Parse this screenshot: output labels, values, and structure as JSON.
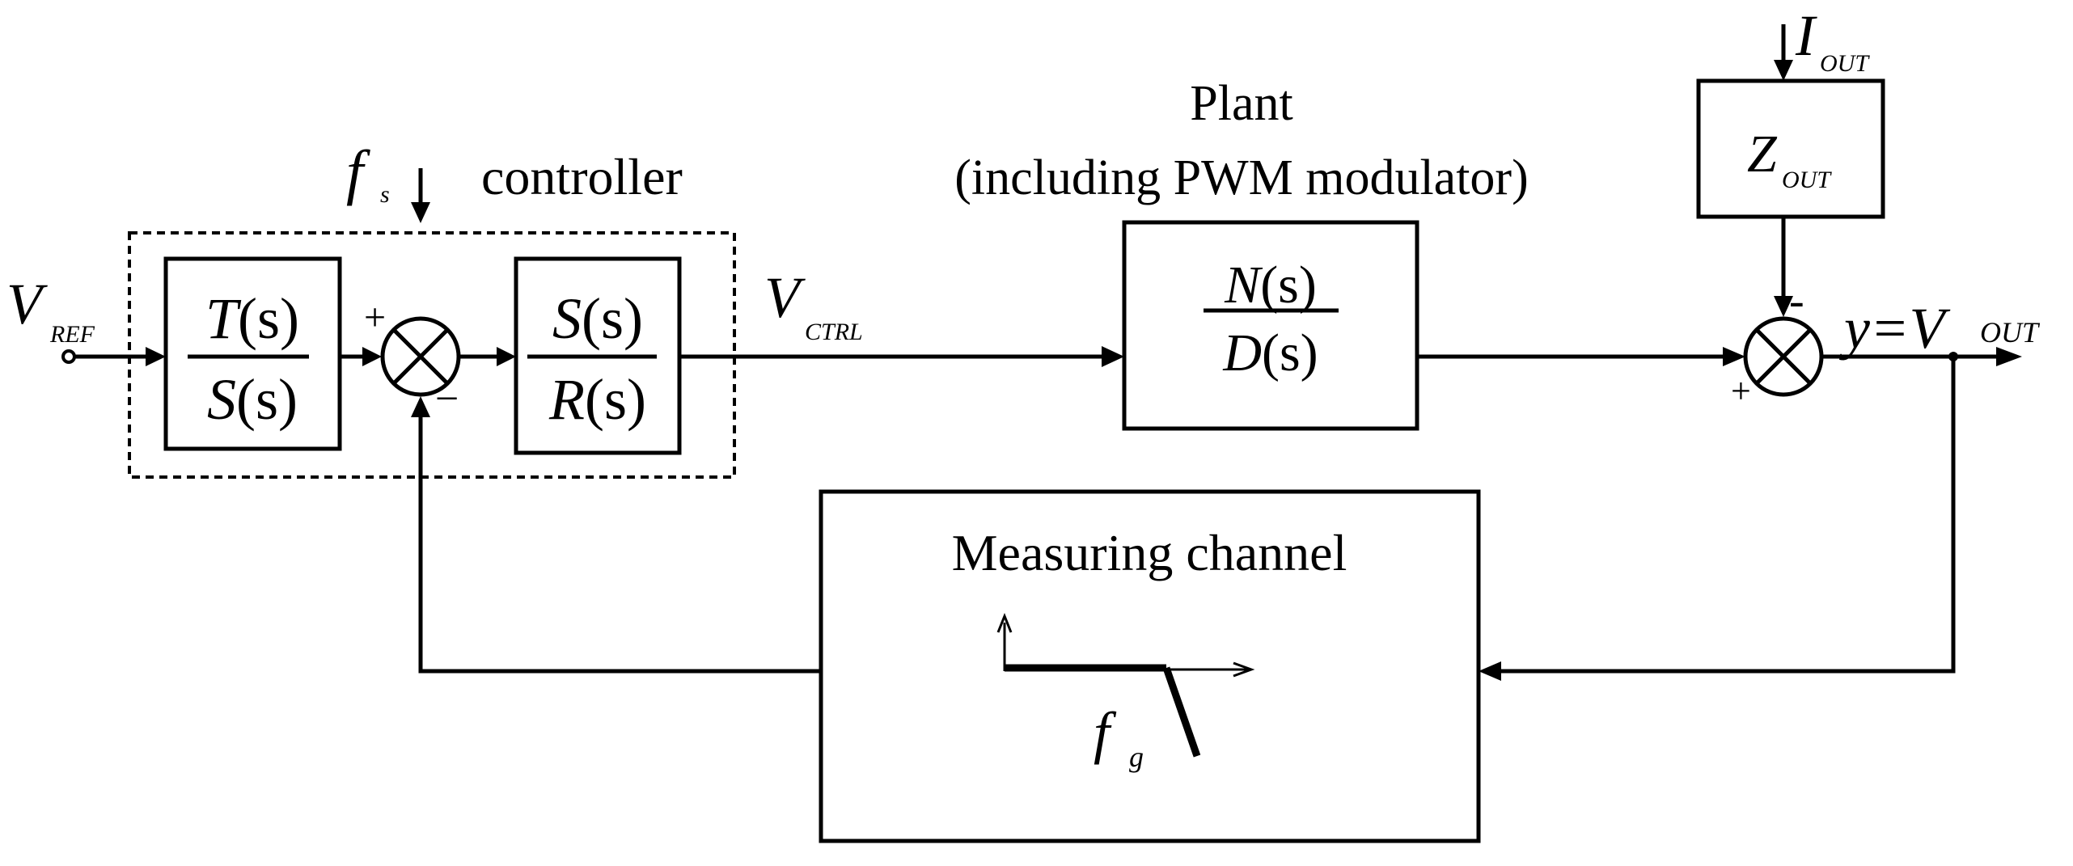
{
  "inputs": {
    "vref_main": "V",
    "vref_sub": "REF",
    "fs_main": "f",
    "fs_sub": "s",
    "iout_main": "I",
    "iout_sub": "OUT"
  },
  "controller": {
    "label": "controller",
    "block1": {
      "num_var": "T",
      "num_arg": "(s)",
      "den_var": "S",
      "den_arg": "(s)"
    },
    "block2": {
      "num_var": "S",
      "num_arg": "(s)",
      "den_var": "R",
      "den_arg": "(s)"
    },
    "sum_plus": "+",
    "sum_minus": "−"
  },
  "vctrl": {
    "main": "V",
    "sub": "CTRL"
  },
  "plant": {
    "title_line1": "Plant",
    "title_line2": "(including PWM modulator)",
    "num_var": "N",
    "num_arg": "(s)",
    "den_var": "D",
    "den_arg": "(s)"
  },
  "zout": {
    "main": "Z",
    "sub": "OUT"
  },
  "output_sum": {
    "plus": "+",
    "minus": "-"
  },
  "output": {
    "prefix": "y=",
    "main": "V",
    "sub": "OUT"
  },
  "measuring": {
    "title": "Measuring channel",
    "fg_main": "f",
    "fg_sub": "g"
  }
}
